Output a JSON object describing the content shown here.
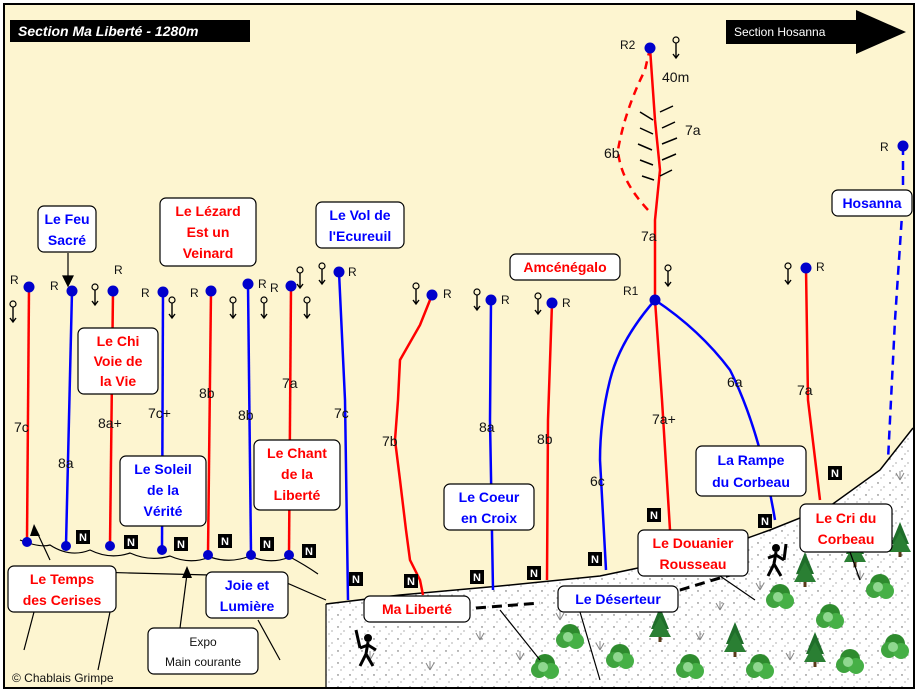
{
  "header": {
    "section_title": "Section Ma Liberté - 1280m",
    "next_section": "Section Hosanna",
    "copyright": "© Chablais Grimpe"
  },
  "colors": {
    "red": "#ff0000",
    "blue": "#0000ff",
    "rock": "#fdf5d0",
    "anchor": "#0000cc"
  },
  "anchors": {
    "R": "R",
    "R1": "R1",
    "R2": "R2",
    "N": "N",
    "length_40": "40m"
  },
  "routes": [
    {
      "name": "Le Temps des Cerises",
      "grade": "7c",
      "color": "red"
    },
    {
      "name": "Le Feu Sacré",
      "grade": "8a",
      "color": "blue"
    },
    {
      "name": "Le Chi Voie de la Vie",
      "grade": "8a+",
      "color": "red"
    },
    {
      "name": "Le Soleil de la Vérité",
      "grade": "7c+",
      "color": "blue"
    },
    {
      "name": "Le Lézard Est un Veinard",
      "grade": "8b",
      "color": "red"
    },
    {
      "name": "Joie et Lumière",
      "grade": "8b",
      "color": "blue"
    },
    {
      "name": "Le Chant de la Liberté",
      "grade": "7a",
      "color": "red"
    },
    {
      "name": "Le Vol de l'Ecureuil",
      "grade": "7c",
      "color": "blue"
    },
    {
      "name": "Ma Liberté",
      "grade": "7b",
      "color": "red"
    },
    {
      "name": "Le Coeur en Croix",
      "grade": "8a",
      "color": "blue"
    },
    {
      "name": "Amcénégalo",
      "grade": "8b",
      "color": "red"
    },
    {
      "name": "Le Déserteur",
      "grade": "6c",
      "color": "blue"
    },
    {
      "name": "Le Douanier Rousseau",
      "grade": "7a+",
      "color": "red"
    },
    {
      "name": "La Rampe du Corbeau",
      "grade": "6a",
      "color": "blue"
    },
    {
      "name": "Le Cri du Corbeau",
      "grade": "7a",
      "color": "red"
    },
    {
      "name": "Hosanna",
      "grade": "",
      "color": "blue"
    }
  ],
  "labels": {
    "temps_1": "Le Temps",
    "temps_2": "des Cerises",
    "feu_1": "Le Feu",
    "feu_2": "Sacré",
    "chi_1": "Le Chi",
    "chi_2": "Voie de",
    "chi_3": "la Vie",
    "soleil_1": "Le Soleil",
    "soleil_2": "de la",
    "soleil_3": "Vérité",
    "lezard_1": "Le Lézard",
    "lezard_2": "Est un",
    "lezard_3": "Veinard",
    "joie_1": "Joie et",
    "joie_2": "Lumière",
    "chant_1": "Le Chant",
    "chant_2": "de la",
    "chant_3": "Liberté",
    "vol_1": "Le Vol de",
    "vol_2": "l'Ecureuil",
    "ma_liberte": "Ma Liberté",
    "coeur_1": "Le Coeur",
    "coeur_2": "en Croix",
    "amcenegalo": "Amcénégalo",
    "deserteur": "Le Déserteur",
    "douanier_1": "Le Douanier",
    "douanier_2": "Rousseau",
    "rampe_1": "La Rampe",
    "rampe_2": "du Corbeau",
    "cri_1": "Le Cri du",
    "cri_2": "Corbeau",
    "hosanna": "Hosanna",
    "expo_1": "Expo",
    "expo_2": "Main courante"
  },
  "grades": {
    "g7c_a": "7c",
    "g8a_a": "8a",
    "g8ap": "8a+",
    "g7cp": "7c+",
    "g8b_a": "8b",
    "g8b_b": "8b",
    "g7a_a": "7a",
    "g7c_b": "7c",
    "g7b": "7b",
    "g8a_b": "8a",
    "g8b_c": "8b",
    "g6c": "6c",
    "g7ap": "7a+",
    "g6a": "6a",
    "g7a_b": "7a",
    "g7a_top": "7a",
    "g7a_l2": "7a",
    "g6b": "6b"
  }
}
